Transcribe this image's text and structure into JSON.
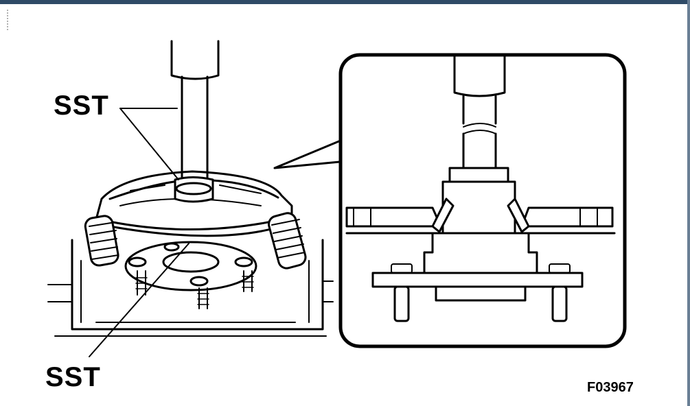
{
  "labels": {
    "sst_top": "SST",
    "sst_bottom": "SST",
    "figure_code": "F03967"
  },
  "colors": {
    "ink": "#000000",
    "background": "#ffffff",
    "frame_top": "#2f4a66"
  }
}
